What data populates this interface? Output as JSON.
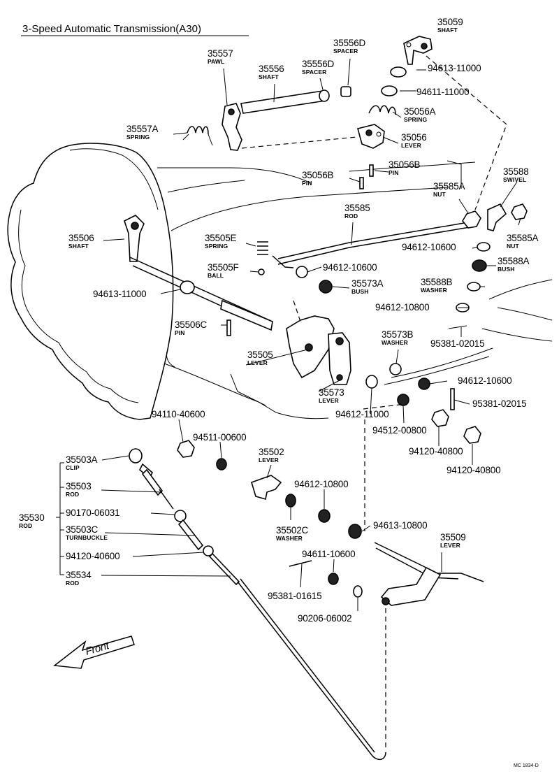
{
  "title": "3-Speed  Automatic  Transmission(A30)",
  "front_label": "Front",
  "code": "MC 1834-D",
  "labels": [
    {
      "id": "35059",
      "num": "35059",
      "desc": "SHAFT"
    },
    {
      "id": "94613-11000-a",
      "num": "94613-11000",
      "desc": ""
    },
    {
      "id": "94611-11000",
      "num": "94611-11000",
      "desc": ""
    },
    {
      "id": "35556D-a",
      "num": "35556D",
      "desc": "SPACER"
    },
    {
      "id": "35557",
      "num": "35557",
      "desc": "PAWL"
    },
    {
      "id": "35556",
      "num": "35556",
      "desc": "SHAFT"
    },
    {
      "id": "35556D-b",
      "num": "35556D",
      "desc": "SPACER"
    },
    {
      "id": "35056A",
      "num": "35056A",
      "desc": "SPRING"
    },
    {
      "id": "35056",
      "num": "35056",
      "desc": "LEVER"
    },
    {
      "id": "35557A",
      "num": "35557A",
      "desc": "SPRING"
    },
    {
      "id": "35056B-a",
      "num": "35056B",
      "desc": "PIN"
    },
    {
      "id": "35056B-b",
      "num": "35056B",
      "desc": "PIN"
    },
    {
      "id": "35588",
      "num": "35588",
      "desc": "SWIVEL"
    },
    {
      "id": "35585A-a",
      "num": "35585A",
      "desc": "NUT"
    },
    {
      "id": "35585",
      "num": "35585",
      "desc": "ROD"
    },
    {
      "id": "35585A-b",
      "num": "35585A",
      "desc": "NUT"
    },
    {
      "id": "35506",
      "num": "35506",
      "desc": "SHAFT"
    },
    {
      "id": "35505E",
      "num": "35505E",
      "desc": "SPRING"
    },
    {
      "id": "94612-10600-a",
      "num": "94612-10600",
      "desc": ""
    },
    {
      "id": "94612-10600-b",
      "num": "94612-10600",
      "desc": ""
    },
    {
      "id": "35588A",
      "num": "35588A",
      "desc": "BUSH"
    },
    {
      "id": "35505F",
      "num": "35505F",
      "desc": "BALL"
    },
    {
      "id": "35573A",
      "num": "35573A",
      "desc": "BUSH"
    },
    {
      "id": "35588B",
      "num": "35588B",
      "desc": "WASHER"
    },
    {
      "id": "94613-11000-b",
      "num": "94613-11000",
      "desc": ""
    },
    {
      "id": "94612-10800-a",
      "num": "94612-10800",
      "desc": ""
    },
    {
      "id": "35506C",
      "num": "35506C",
      "desc": "PIN"
    },
    {
      "id": "35573B",
      "num": "35573B",
      "desc": "WASHER"
    },
    {
      "id": "95381-02015-a",
      "num": "95381-02015",
      "desc": ""
    },
    {
      "id": "35505",
      "num": "35505",
      "desc": "LEVER"
    },
    {
      "id": "35573",
      "num": "35573",
      "desc": "LEVER"
    },
    {
      "id": "94612-10600-c",
      "num": "94612-10600",
      "desc": ""
    },
    {
      "id": "94110-40600",
      "num": "94110-40600",
      "desc": ""
    },
    {
      "id": "94612-11000",
      "num": "94612-11000",
      "desc": ""
    },
    {
      "id": "95381-02015-b",
      "num": "95381-02015",
      "desc": ""
    },
    {
      "id": "94511-00600",
      "num": "94511-00600",
      "desc": ""
    },
    {
      "id": "94512-00800",
      "num": "94512-00800",
      "desc": ""
    },
    {
      "id": "35502",
      "num": "35502",
      "desc": "LEVER"
    },
    {
      "id": "94120-40800-a",
      "num": "94120-40800",
      "desc": ""
    },
    {
      "id": "94120-40800-b",
      "num": "94120-40800",
      "desc": ""
    },
    {
      "id": "35503A",
      "num": "35503A",
      "desc": "CLIP"
    },
    {
      "id": "35503",
      "num": "35503",
      "desc": "ROD"
    },
    {
      "id": "94612-10800-b",
      "num": "94612-10800",
      "desc": ""
    },
    {
      "id": "90170-06031",
      "num": "90170-06031",
      "desc": ""
    },
    {
      "id": "35530",
      "num": "35530",
      "desc": "ROD"
    },
    {
      "id": "35503C",
      "num": "35503C",
      "desc": "TURNBUCKLE"
    },
    {
      "id": "35502C",
      "num": "35502C",
      "desc": "WASHER"
    },
    {
      "id": "94613-10800",
      "num": "94613-10800",
      "desc": ""
    },
    {
      "id": "35509",
      "num": "35509",
      "desc": "LEVER"
    },
    {
      "id": "94120-40600",
      "num": "94120-40600",
      "desc": ""
    },
    {
      "id": "94611-10600",
      "num": "94611-10600",
      "desc": ""
    },
    {
      "id": "35534",
      "num": "35534",
      "desc": "ROD"
    },
    {
      "id": "95381-01615",
      "num": "95381-01615",
      "desc": ""
    },
    {
      "id": "90206-06002",
      "num": "90206-06002",
      "desc": ""
    }
  ]
}
